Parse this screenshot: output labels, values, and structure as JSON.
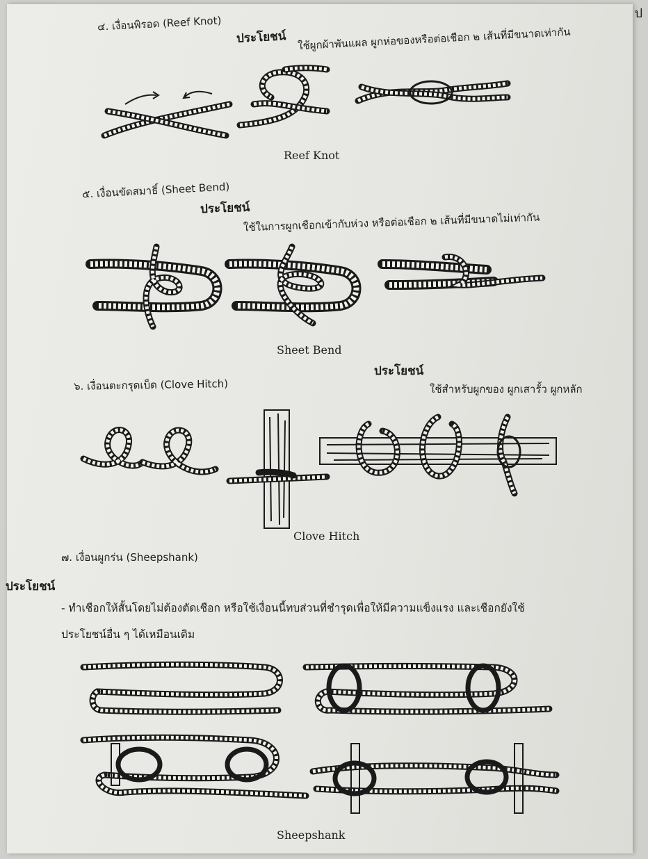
{
  "corner_text": "ป",
  "sections": [
    {
      "heading": "๔. เงื่อนพิรอด (Reef Knot)",
      "benefit_title": "ประโยชน์",
      "benefit_text": "ใช้ผูกผ้าพันแผล ผูกห่อของหรือต่อเชือก ๒ เส้นที่มีขนาดเท่ากัน",
      "caption": "Reef Knot"
    },
    {
      "heading": "๕. เงื่อนขัดสมาธิ์ (Sheet Bend)",
      "benefit_title": "ประโยชน์",
      "benefit_text": "ใช้ในการผูกเชือกเข้ากับห่วง หรือต่อเชือก ๒ เส้นที่มีขนาดไม่เท่ากัน",
      "caption": "Sheet Bend"
    },
    {
      "heading": "๖. เงื่อนตะกรุดเบ็ด (Clove Hitch)",
      "benefit_title": "ประโยชน์",
      "benefit_text": "ใช้สำหรับผูกของ ผูกเสารั้ว ผูกหลัก",
      "caption": "Clove Hitch"
    },
    {
      "heading": "๗. เงื่อนผูกร่น (Sheepshank)",
      "benefit_title": "ประโยชน์",
      "benefit_line1": "- ทำเชือกให้สั้นโดยไม่ต้องตัดเชือก หรือใช้เงื่อนนี้ทบส่วนที่ชำรุดเพื่อให้มีความแข็งแรง และเชือกยังใช้",
      "benefit_line2": "ประโยชน์อื่น ๆ ได้เหมือนเดิม",
      "caption": "Sheepshank"
    }
  ]
}
